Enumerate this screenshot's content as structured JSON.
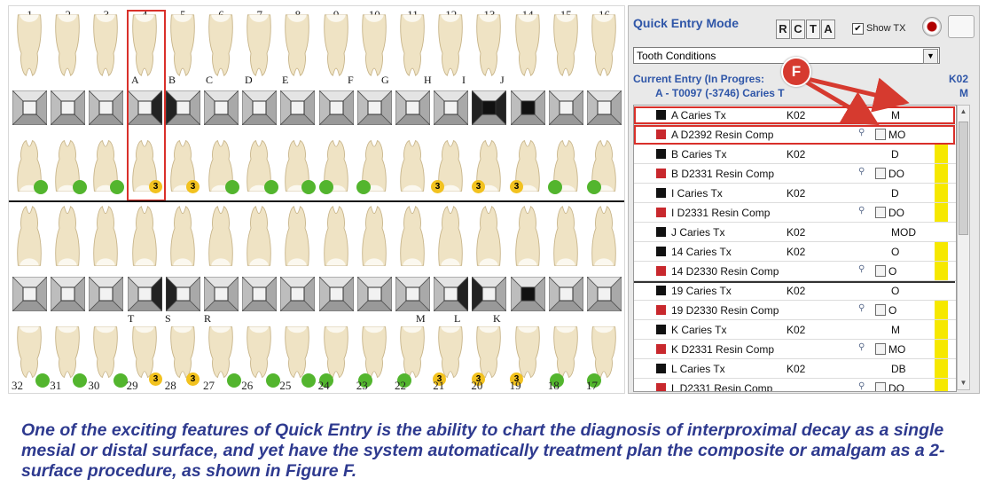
{
  "chart": {
    "top_numbers": [
      "1",
      "2",
      "3",
      "4",
      "5",
      "6",
      "7",
      "8",
      "9",
      "10",
      "11",
      "12",
      "13",
      "14",
      "15",
      "16"
    ],
    "bottom_numbers": [
      "32",
      "31",
      "30",
      "29",
      "28",
      "27",
      "26",
      "25",
      "24",
      "23",
      "22",
      "21",
      "20",
      "19",
      "18",
      "17"
    ],
    "upper_letters": [
      "A",
      "B",
      "C",
      "D",
      "E",
      "F",
      "G",
      "H",
      "I",
      "J"
    ],
    "lower_letters": [
      "T",
      "S",
      "R",
      "M",
      "L",
      "K"
    ],
    "upper_badges": [
      "3",
      "3",
      "3",
      "3",
      "3"
    ],
    "lower_badges": [
      "3",
      "3",
      "3",
      "3",
      "3"
    ]
  },
  "panel": {
    "title": "Quick Entry Mode",
    "buttons": [
      "R",
      "C",
      "T",
      "A"
    ],
    "show_tx_label": "Show TX",
    "show_tx_checked": true,
    "dropdown_value": "Tooth Conditions",
    "current_entry_label": "Current Entry (In Progres:",
    "current_entry_detail": "A - T0097  (-3746)  Caries T",
    "current_entry_code": "K02",
    "current_entry_surface": "M",
    "rows": [
      {
        "color": "#111111",
        "tooth": "A",
        "desc": "Caries Tx",
        "code": "K02",
        "surface": "M",
        "icons": false,
        "yellow": false
      },
      {
        "color": "#c8282d",
        "tooth": "A",
        "desc": "D2392 Resin Comp",
        "code": "",
        "surface": "MO",
        "icons": true,
        "yellow": false
      },
      {
        "color": "#111111",
        "tooth": "B",
        "desc": "Caries Tx",
        "code": "K02",
        "surface": "D",
        "icons": false,
        "yellow": true
      },
      {
        "color": "#c8282d",
        "tooth": "B",
        "desc": "D2331 Resin Comp",
        "code": "",
        "surface": "DO",
        "icons": true,
        "yellow": true
      },
      {
        "color": "#111111",
        "tooth": "I",
        "desc": "Caries Tx",
        "code": "K02",
        "surface": "D",
        "icons": false,
        "yellow": true
      },
      {
        "color": "#c8282d",
        "tooth": "I",
        "desc": "D2331 Resin Comp",
        "code": "",
        "surface": "DO",
        "icons": true,
        "yellow": true
      },
      {
        "color": "#111111",
        "tooth": "J",
        "desc": "Caries Tx",
        "code": "K02",
        "surface": "MOD",
        "icons": false,
        "yellow": false
      },
      {
        "color": "#111111",
        "tooth": "14",
        "desc": "Caries Tx",
        "code": "K02",
        "surface": "O",
        "icons": false,
        "yellow": true
      },
      {
        "color": "#c8282d",
        "tooth": "14",
        "desc": "D2330 Resin Comp",
        "code": "",
        "surface": "O",
        "icons": true,
        "yellow": true
      },
      {
        "color": "#111111",
        "tooth": "19",
        "desc": "Caries Tx",
        "code": "K02",
        "surface": "O",
        "icons": false,
        "yellow": false
      },
      {
        "color": "#c8282d",
        "tooth": "19",
        "desc": "D2330 Resin Comp",
        "code": "",
        "surface": "O",
        "icons": true,
        "yellow": true
      },
      {
        "color": "#111111",
        "tooth": "K",
        "desc": "Caries Tx",
        "code": "K02",
        "surface": "M",
        "icons": false,
        "yellow": true
      },
      {
        "color": "#c8282d",
        "tooth": "K",
        "desc": "D2331 Resin Comp",
        "code": "",
        "surface": "MO",
        "icons": true,
        "yellow": true
      },
      {
        "color": "#111111",
        "tooth": "L",
        "desc": "Caries Tx",
        "code": "K02",
        "surface": "DB",
        "icons": false,
        "yellow": true
      },
      {
        "color": "#c8282d",
        "tooth": "L",
        "desc": "D2331 Resin Comp",
        "code": "",
        "surface": "DO",
        "icons": true,
        "yellow": true
      }
    ]
  },
  "figure_label": "F",
  "caption": "One of the exciting features of Quick Entry is the ability to chart the diagnosis of interproximal decay as a single mesial or distal surface, and yet have the system automatically treatment plan the composite or amalgam as a 2-surface procedure, as shown in Figure F."
}
